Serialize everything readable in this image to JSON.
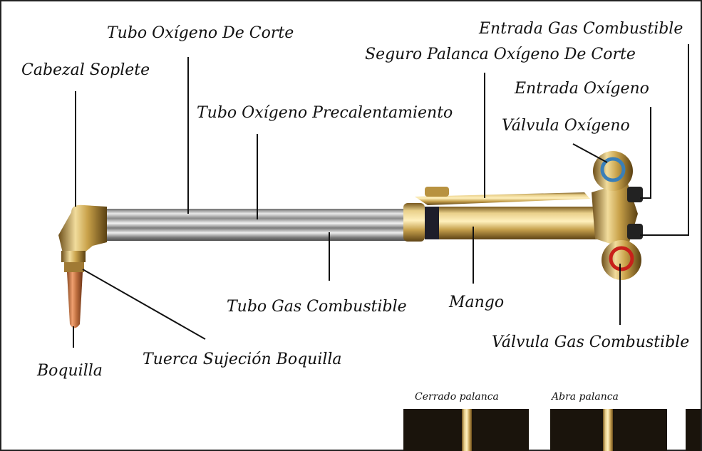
{
  "labels": {
    "tubo_oxigeno_corte": "Tubo Oxígeno De Corte",
    "entrada_gas": "Entrada Gas Combustible",
    "seguro_palanca": "Seguro Palanca Oxígeno De Corte",
    "cabezal": "Cabezal Soplete",
    "entrada_oxigeno": "Entrada Oxígeno",
    "tubo_precalentamiento": "Tubo Oxígeno Precalentamiento",
    "valvula_oxigeno": "Válvula Oxígeno",
    "tubo_gas": "Tubo Gas Combustible",
    "mango": "Mango",
    "valvula_gas": "Válvula Gas Combustible",
    "boquilla": "Boquilla",
    "tuerca": "Tuerca Sujeción Boquilla"
  },
  "insets": {
    "cerrado": "Cerrado palanca",
    "abra": "Abra palanca"
  },
  "colors": {
    "brass": "#c9a24a",
    "copper": "#c07040",
    "oxygen_valve": "#3a7fb8",
    "gas_valve": "#c8201a",
    "leader_line": "#111111"
  }
}
